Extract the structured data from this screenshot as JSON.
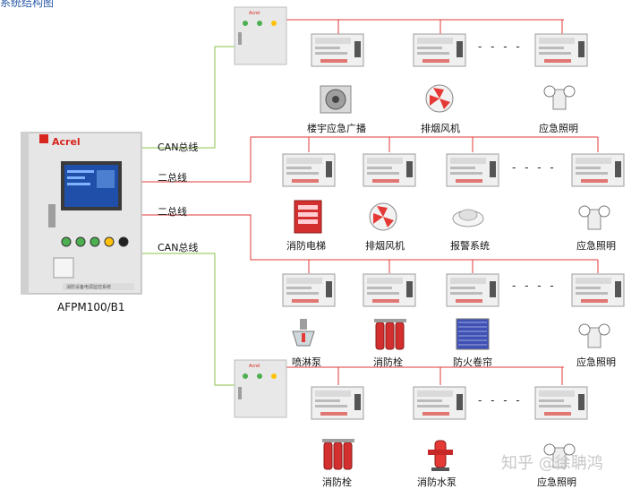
{
  "diagram": {
    "title_fragment": "系统结构图",
    "main_panel": {
      "brand": "Acrel",
      "model": "AFPM100/B1",
      "plate_text": "消防设备电源监控系统"
    },
    "sub_panel_brand": "Acrel",
    "bus_labels": [
      "CAN总线",
      "二总线",
      "二总线",
      "CAN总线"
    ],
    "device_labels": {
      "row1": [
        "楼宇应急广播",
        "排烟风机",
        "应急照明"
      ],
      "row2": [
        "消防电梯",
        "排烟风机",
        "报警系统",
        "应急照明"
      ],
      "row3": [
        "喷淋泵",
        "消防栓",
        "防火卷帘",
        "应急照明"
      ],
      "row4": [
        "消防栓",
        "消防水泵",
        "应急照明"
      ]
    },
    "ellipsis": "- - - -",
    "watermark": "知乎 @徐聃鸿",
    "colors": {
      "red_line": "#e03a3a",
      "green_line": "#8bc34a",
      "panel_body": "#e6e6e6",
      "panel_frame": "#bdbdbd",
      "brand_red": "#d7261e",
      "screen": "#1f4fa8"
    }
  }
}
